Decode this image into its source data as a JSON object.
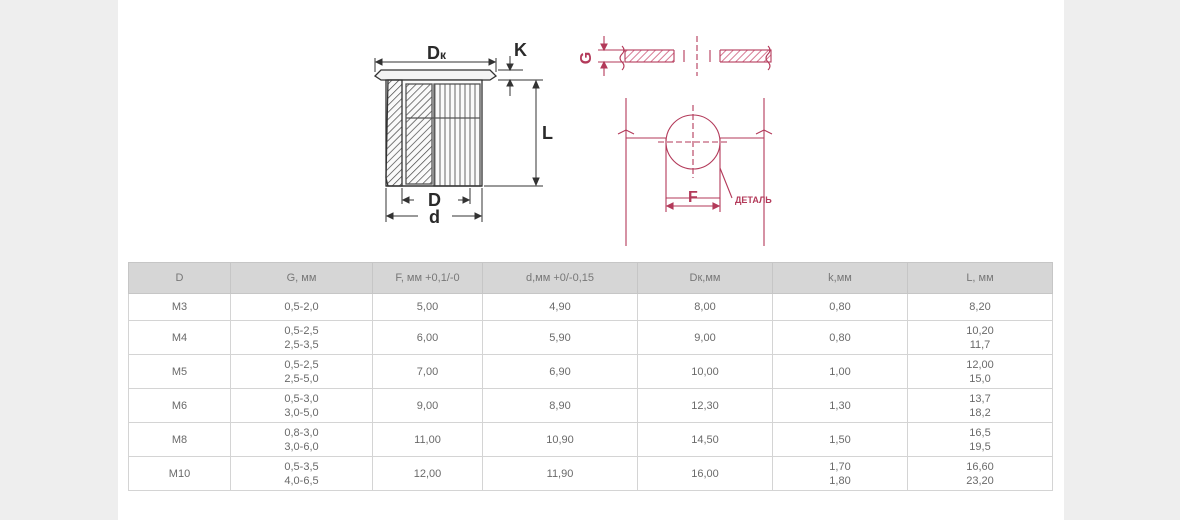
{
  "drawing": {
    "labels": {
      "dk_main": "D",
      "dk_sub": "к",
      "k": "K",
      "l": "L",
      "d_inner": "D",
      "d_outer": "d",
      "g": "G",
      "f": "F",
      "detail": "ДЕТАЛЬ"
    },
    "colors": {
      "dark_line": "#333333",
      "accent_line": "#b33a5a",
      "hatch": "#d77a94"
    }
  },
  "table": {
    "headers": [
      "D",
      "G, мм",
      "F, мм +0,1/-0",
      "d,мм +0/-0,15",
      "Dк,мм",
      "k,мм",
      "L, мм"
    ],
    "rows": [
      {
        "d": "M3",
        "g": [
          "0,5-2,0"
        ],
        "f": "5,00",
        "dd": "4,90",
        "dk": "8,00",
        "k": [
          "0,80"
        ],
        "l": [
          "8,20"
        ]
      },
      {
        "d": "M4",
        "g": [
          "0,5-2,5",
          "2,5-3,5"
        ],
        "f": "6,00",
        "dd": "5,90",
        "dk": "9,00",
        "k": [
          "0,80"
        ],
        "l": [
          "10,20",
          "11,7"
        ]
      },
      {
        "d": "M5",
        "g": [
          "0,5-2,5",
          "2,5-5,0"
        ],
        "f": "7,00",
        "dd": "6,90",
        "dk": "10,00",
        "k": [
          "1,00"
        ],
        "l": [
          "12,00",
          "15,0"
        ]
      },
      {
        "d": "M6",
        "g": [
          "0,5-3,0",
          "3,0-5,0"
        ],
        "f": "9,00",
        "dd": "8,90",
        "dk": "12,30",
        "k": [
          "1,30"
        ],
        "l": [
          "13,7",
          "18,2"
        ]
      },
      {
        "d": "M8",
        "g": [
          "0,8-3,0",
          "3,0-6,0"
        ],
        "f": "11,00",
        "dd": "10,90",
        "dk": "14,50",
        "k": [
          "1,50"
        ],
        "l": [
          "16,5",
          "19,5"
        ]
      },
      {
        "d": "M10",
        "g": [
          "0,5-3,5",
          "4,0-6,5"
        ],
        "f": "12,00",
        "dd": "11,90",
        "dk": "16,00",
        "k": [
          "1,70",
          "1,80"
        ],
        "l": [
          "16,60",
          "23,20"
        ]
      }
    ]
  }
}
